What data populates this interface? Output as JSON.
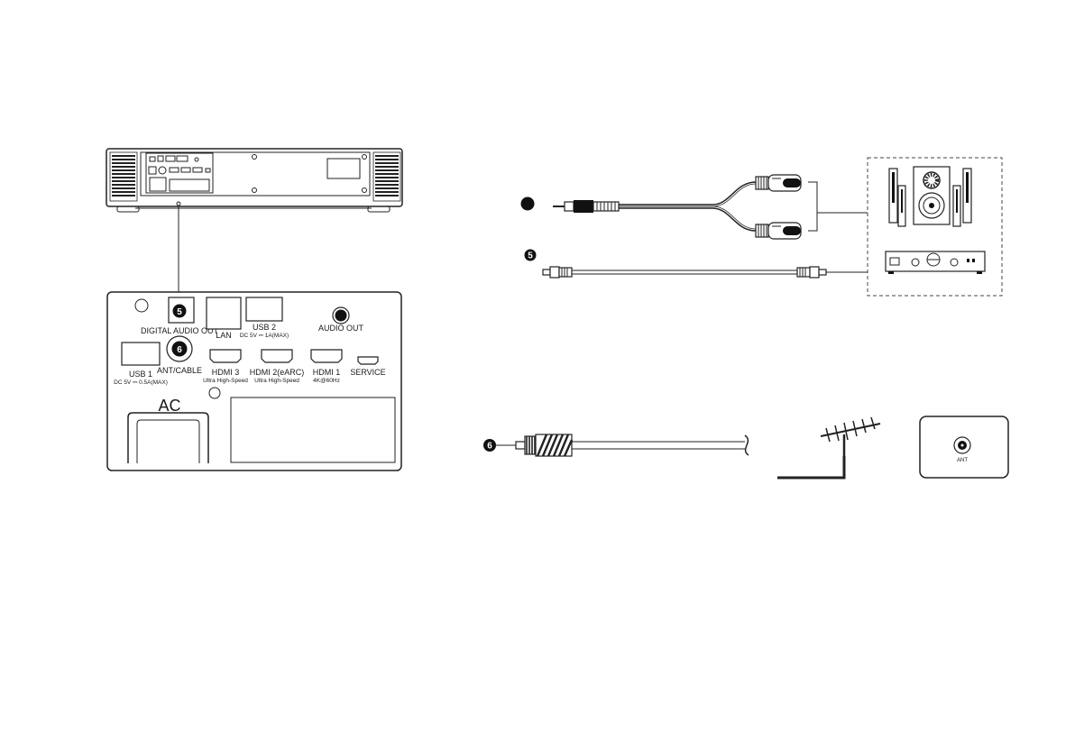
{
  "panel": {
    "digital_audio_out": "DIGITAL AUDIO OUT",
    "lan": "LAN",
    "usb2": "USB 2",
    "usb2_spec": "DC 5V ⎓ 1A(MAX)",
    "audio_out": "AUDIO OUT",
    "usb1": "USB 1",
    "usb1_spec": "DC 5V ⎓ 0.5A(MAX)",
    "ant_cable": "ANT/CABLE",
    "hdmi3": "HDMI 3",
    "hdmi3_spec": "Ultra High-Speed",
    "hdmi2": "HDMI 2(eARC)",
    "hdmi2_spec": "Ultra High-Speed",
    "hdmi1": "HDMI 1",
    "hdmi1_spec": "4K@60Hz",
    "service": "SERVICE",
    "ac": "AC"
  },
  "badges": {
    "optical": "5",
    "antenna": "6"
  },
  "wall_plate": {
    "label": "ANT"
  },
  "colors": {
    "line": "#222222",
    "badge": "#111111",
    "background": "#ffffff"
  }
}
